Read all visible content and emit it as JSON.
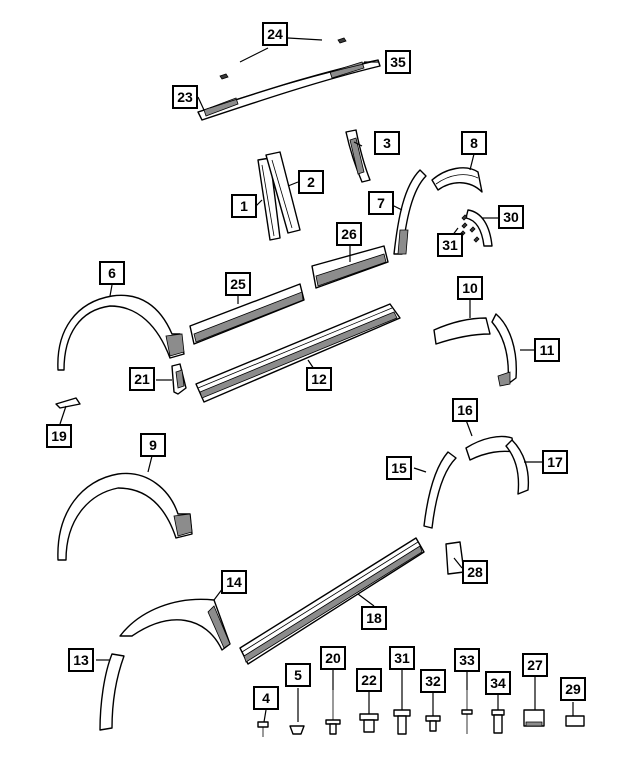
{
  "diagram": {
    "callouts": [
      "24",
      "35",
      "23",
      "3",
      "8",
      "1",
      "2",
      "7",
      "30",
      "31",
      "26",
      "6",
      "25",
      "10",
      "11",
      "21",
      "12",
      "19",
      "16",
      "9",
      "15",
      "17",
      "28",
      "14",
      "18",
      "13",
      "20",
      "31",
      "33",
      "22",
      "32",
      "27",
      "5",
      "34",
      "29",
      "4"
    ]
  }
}
